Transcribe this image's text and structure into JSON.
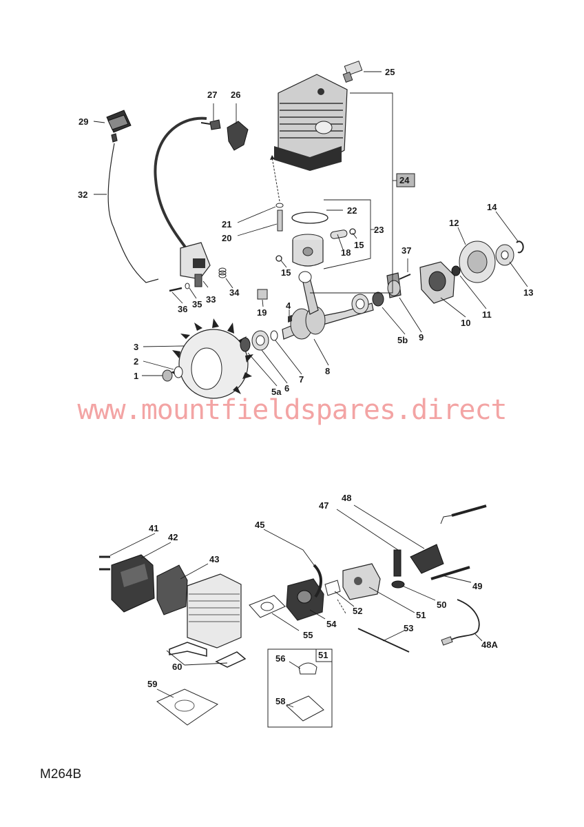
{
  "watermark": "www.mountfieldspares.direct",
  "diagram_code": "M264B",
  "labels": {
    "l1": "1",
    "l2": "2",
    "l3": "3",
    "l4": "4",
    "l5a": "5a",
    "l5b": "5b",
    "l6": "6",
    "l7": "7",
    "l8": "8",
    "l9": "9",
    "l10": "10",
    "l11": "11",
    "l12": "12",
    "l13": "13",
    "l14": "14",
    "l15a": "15",
    "l15b": "15",
    "l18": "18",
    "l19": "19",
    "l20": "20",
    "l21": "21",
    "l22": "22",
    "l23": "23",
    "l24": "24",
    "l25": "25",
    "l26": "26",
    "l27": "27",
    "l29": "29",
    "l32": "32",
    "l33": "33",
    "l34": "34",
    "l35": "35",
    "l36": "36",
    "l37": "37",
    "l41": "41",
    "l42": "42",
    "l43": "43",
    "l45": "45",
    "l47": "47",
    "l48": "48",
    "l48A": "48A",
    "l49": "49",
    "l50": "50",
    "l51": "51",
    "l51box": "51",
    "l52": "52",
    "l53": "53",
    "l54": "54",
    "l55": "55",
    "l56": "56",
    "l58": "58",
    "l59": "59",
    "l60": "60"
  },
  "colors": {
    "part_fill": "#d9d9d9",
    "part_dark": "#3a3a3a",
    "watermark": "#f3a4a4"
  }
}
